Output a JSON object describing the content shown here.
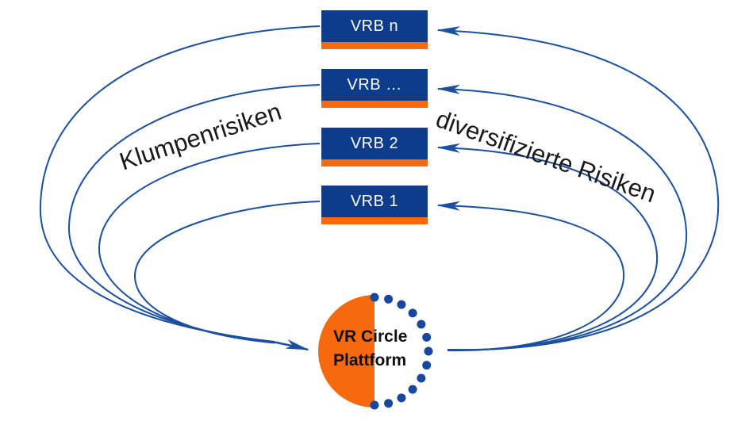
{
  "boxes": [
    {
      "label": "VRB n"
    },
    {
      "label": "VRB …"
    },
    {
      "label": "VRB 2"
    },
    {
      "label": "VRB 1"
    }
  ],
  "labels": {
    "left_rotated": "Klumpenrisiken",
    "right_rotated": "diversifizierte Risiken"
  },
  "platform": {
    "line1": "VR Circle",
    "line2": "Plattform"
  },
  "colors": {
    "box_blue": "#0e3c8d",
    "accent_orange": "#f6690f",
    "arc_blue": "#1b4fa0",
    "dot_blue": "#17479e",
    "box_text": "#ffffff",
    "label_text": "#1a1a1a"
  }
}
